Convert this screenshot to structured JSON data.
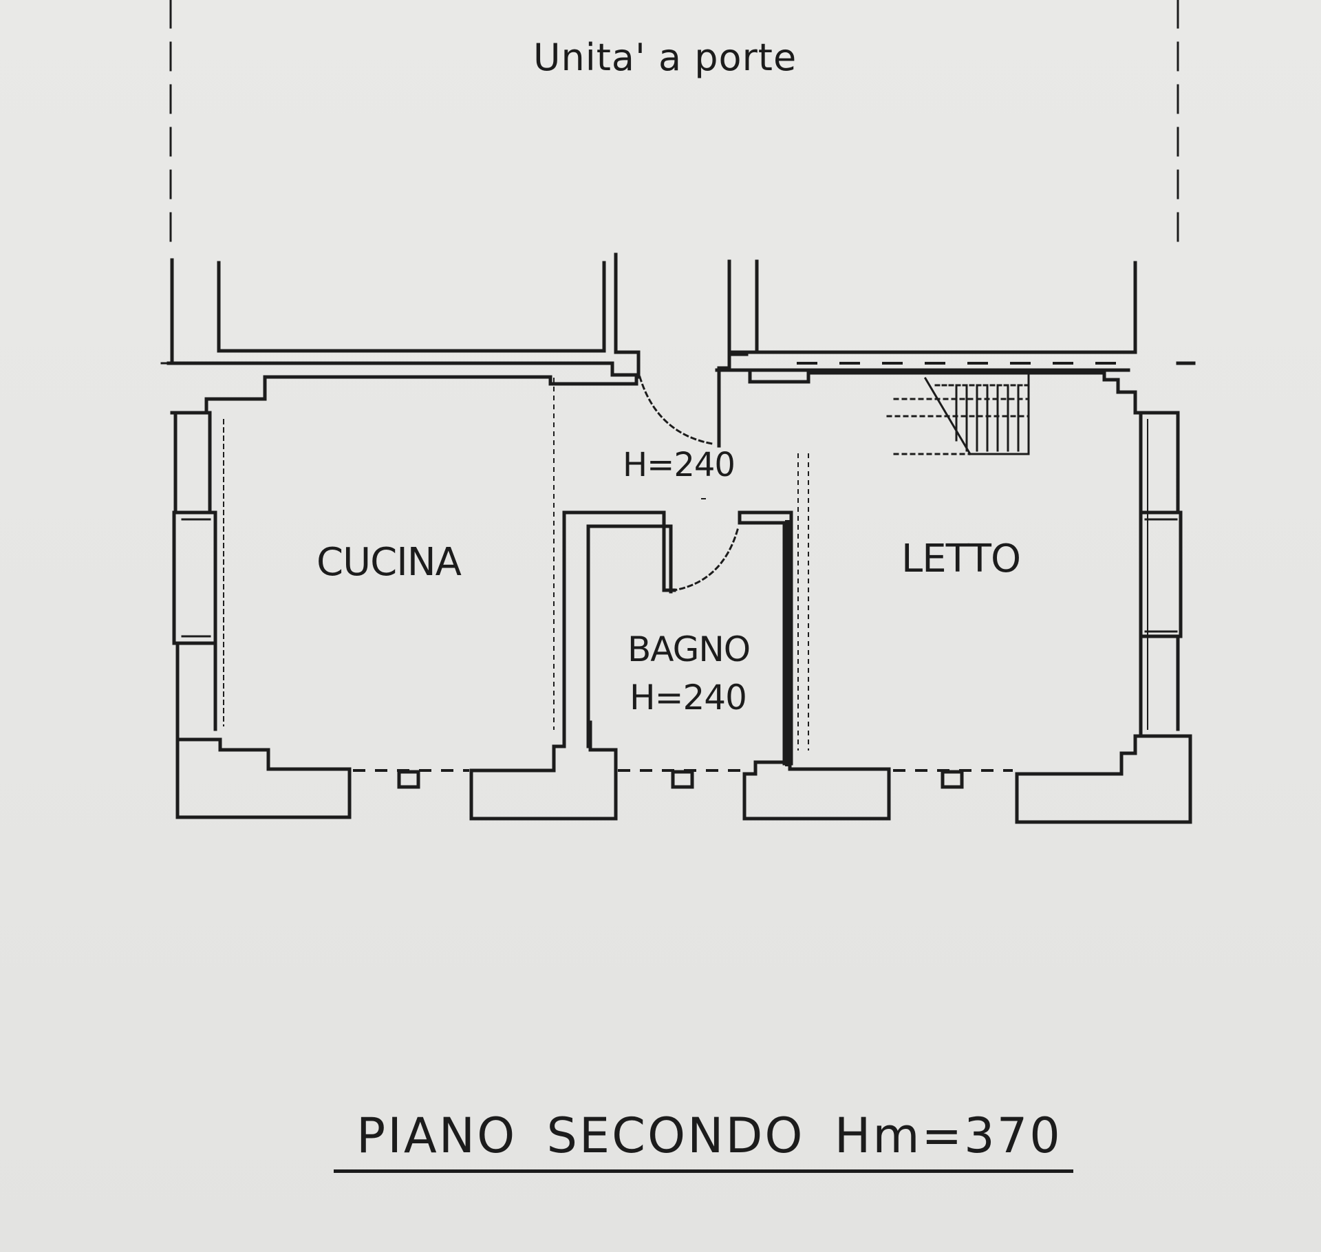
{
  "top_label": "Unita' a porte",
  "rooms": {
    "cucina": "CUCINA",
    "letto": "LETTO",
    "bagno": "BAGNO",
    "bagno_height": "H=240",
    "corridor_height": "H=240"
  },
  "title": "PIANO SECONDO Hm=370",
  "colors": {
    "ink": "#1c1c1c",
    "paper": "#e8e8e6"
  }
}
